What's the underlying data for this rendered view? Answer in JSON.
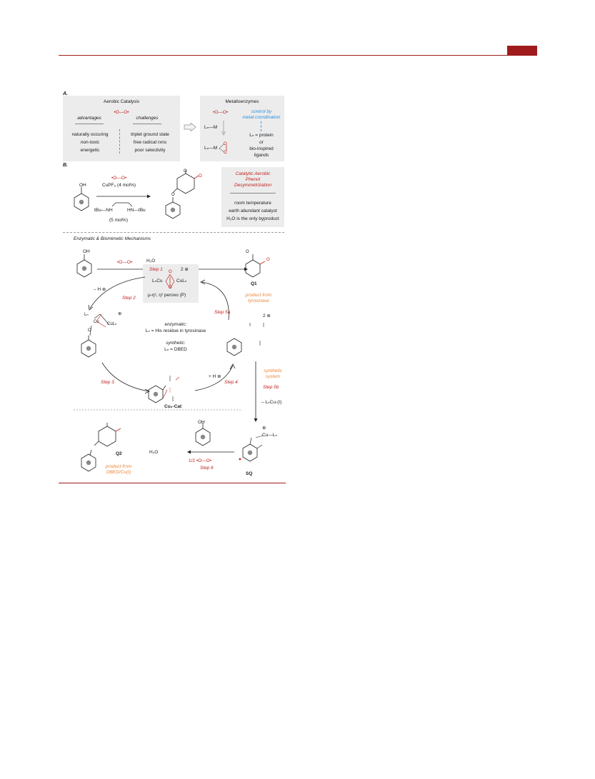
{
  "header": {
    "accent": "#a01c1c"
  },
  "section_a": {
    "label": "A.",
    "aerobic": {
      "title": "Aerobic Catalysis",
      "o2": "•O—O•",
      "advantages_head": "advantages",
      "challenges_head": "challenges",
      "advantages": [
        "naturally occuring",
        "non-toxic",
        "energetic"
      ],
      "challenges": [
        "triplet ground state",
        "free radical rxns",
        "poor selectivity"
      ]
    },
    "metallo": {
      "title": "Metalloenzymes",
      "o2": "•O—O•",
      "control": [
        "control by",
        "metal coordination"
      ],
      "lnm": "Lₙ—M",
      "lnm_o2_metal": "Lₙ—M",
      "lnm_o2_o1": "O",
      "lnm_o2_o2": "O",
      "ln_eq": "Lₙ = protein",
      "or": "or",
      "bio1": "bio-inspired",
      "bio2": "ligands"
    }
  },
  "section_b": {
    "label": "B.",
    "oh": "OH",
    "o2": "•O—O•",
    "catalyst": "CuPF₆ (4 mol%)",
    "ligand_left": "tBu—NH",
    "ligand_right": "HN—tBu",
    "ligand_amt": "(5 mol%)",
    "product_o1": "O",
    "product_o2": "O",
    "product_o3": "O",
    "box_title": [
      "Catalytic Aerobic",
      "Phenol",
      "Desymmetrization"
    ],
    "box_items": [
      "room temperature",
      "earth abundant catalyst",
      "H₂O is the only byproduct"
    ]
  },
  "mechanism": {
    "title": "Enzymatic & Biomimetic Mechanisms",
    "oh": "OH",
    "o2": "•O—O•",
    "step1": "Step 1",
    "peroxo_charge": "2 ⊕",
    "peroxo_left": "LₙCu",
    "peroxo_right": "CuLₙ",
    "peroxo_o_top": "O",
    "peroxo_o_bot": "O",
    "peroxo_label": "μ-η², η² peroxo (P)",
    "water_top": "H₂O",
    "q1_label": "Q1",
    "q1_o1": "O",
    "q1_o2": "O",
    "minus_h": "– H ⊕",
    "step2": "Step 2",
    "step5a": "Step 5a",
    "tyr_product": [
      "product from",
      "tyrosinase"
    ],
    "intermediate_ln": "Lₙ",
    "intermediate_cu": "Cu",
    "intermediate_cul": "CuLₙ",
    "intermediate_o": "O",
    "intermediate_charge": "⊕",
    "enzymatic_head": "enzymatic:",
    "enzymatic_text": "Lₙ = His residue in tyrosinase",
    "synthetic_head": "synthetic:",
    "synthetic_text": "Lₙ = DBED",
    "step3": "Step 3",
    "cu2cat_label": "Cu₂-Cat",
    "plus_h": "+ H ⊕",
    "step4": "Step 4",
    "right_int_charge": "2 ⊕",
    "synthetic_system": [
      "synthetic",
      "system"
    ],
    "step5b": "Step 5b",
    "minus_lncu": "– LₙCu-(I)",
    "q2_label": "Q2",
    "q2_product": [
      "product from",
      "DBED/Cu(I)"
    ],
    "water_bottom": "H₂O",
    "half_o2": "1/2 •O—O•",
    "step6": "Step 6",
    "sq_label": "SQ",
    "sq_cu": "Cu—Lₙ",
    "sq_charge": "⊕"
  },
  "colors": {
    "red": "#c0201e",
    "orange": "#e8853a",
    "blue": "#2d8fd8",
    "panel": "#ececec"
  }
}
